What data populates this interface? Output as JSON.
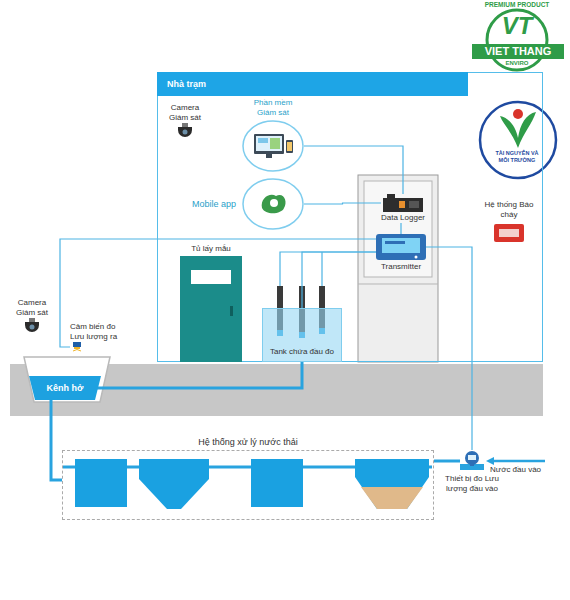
{
  "diagram": {
    "nodes": [
      {
        "text": [
          "Nhà trạm"
        ]
      },
      {
        "text": [
          "Camera Giám sát"
        ],
        "in": 0
      },
      {
        "text": [
          "Phần mềm Giám sát"
        ],
        "in": 0
      },
      {
        "text": [
          "Mobile app"
        ],
        "in": 0
      },
      {
        "text": [
          "Tủ lấy mẫu"
        ],
        "in": 0
      },
      {
        "text": [
          "Tank chứa đầu đo"
        ],
        "in": 0
      },
      {
        "text": [
          "Data Logger"
        ],
        "in": 0
      },
      {
        "text": [
          "Transmitter"
        ],
        "in": 0
      },
      {
        "text": [
          "Hệ thống Báo cháy"
        ],
        "in": 0
      },
      {
        "text": [
          "Camera Giám sát"
        ]
      },
      {
        "text": [
          "Cảm biến đo Lưu lượng ra"
        ]
      },
      {
        "text": [
          "Kênh hở"
        ]
      },
      {
        "text": [
          "Hệ thống xử lý nước thải"
        ]
      },
      {
        "text": [
          "Thiết bị đo Lưu lượng đầu vào"
        ]
      }
    ],
    "edges": [
      {
        "from": 2,
        "to": 6,
        "arrow": "none"
      },
      {
        "from": 3,
        "to": 6,
        "arrow": "none"
      },
      {
        "from": 6,
        "to": 7,
        "arrow": "none"
      },
      {
        "from": 7,
        "to": 5,
        "arrow": "none"
      },
      {
        "from": 10,
        "to": 7,
        "arrow": "none"
      },
      {
        "from": 7,
        "to": 13,
        "arrow": "none"
      },
      {
        "from": 11,
        "to": 5,
        "arrow": "none"
      },
      {
        "from": 12,
        "to": 11,
        "arrow": "none"
      },
      {
        "from": 13,
        "to": 12,
        "arrow": "none"
      }
    ],
    "labels": [
      "Nước đầu vào",
      "PREMIUM PRODUCT",
      "VT",
      "VIET THANG",
      "ENVIRO",
      "TÀI NGUYÊN VÀ MÔI TRƯỜNG"
    ]
  }
}
